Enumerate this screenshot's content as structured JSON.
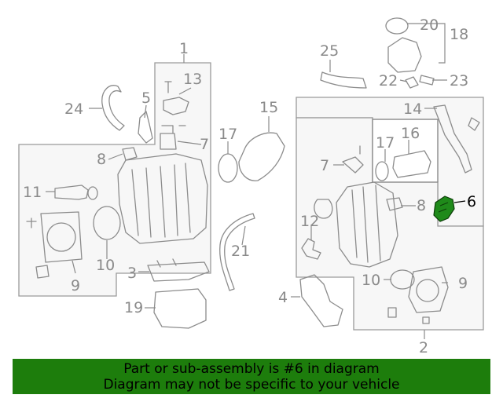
{
  "callouts": {
    "c1": "1",
    "c2": "2",
    "c3": "3",
    "c4": "4",
    "c5": "5",
    "c6": "6",
    "c7a": "7",
    "c7b": "7",
    "c8a": "8",
    "c8b": "8",
    "c9a": "9",
    "c9b": "9",
    "c10a": "10",
    "c10b": "10",
    "c11": "11",
    "c12": "12",
    "c13": "13",
    "c14": "14",
    "c15": "15",
    "c16": "16",
    "c17a": "17",
    "c17b": "17",
    "c18": "18",
    "c19": "19",
    "c20": "20",
    "c21": "21",
    "c22": "22",
    "c23": "23",
    "c24": "24",
    "c25": "25"
  },
  "colors": {
    "banner_bg": "#1d7d0c",
    "highlight_part": "#1f8a1a",
    "label_gray": "#8a8a8a"
  },
  "banner": {
    "line1": "Part or sub-assembly is #6 in diagram",
    "line2": "Diagram may not be specific to your vehicle"
  }
}
